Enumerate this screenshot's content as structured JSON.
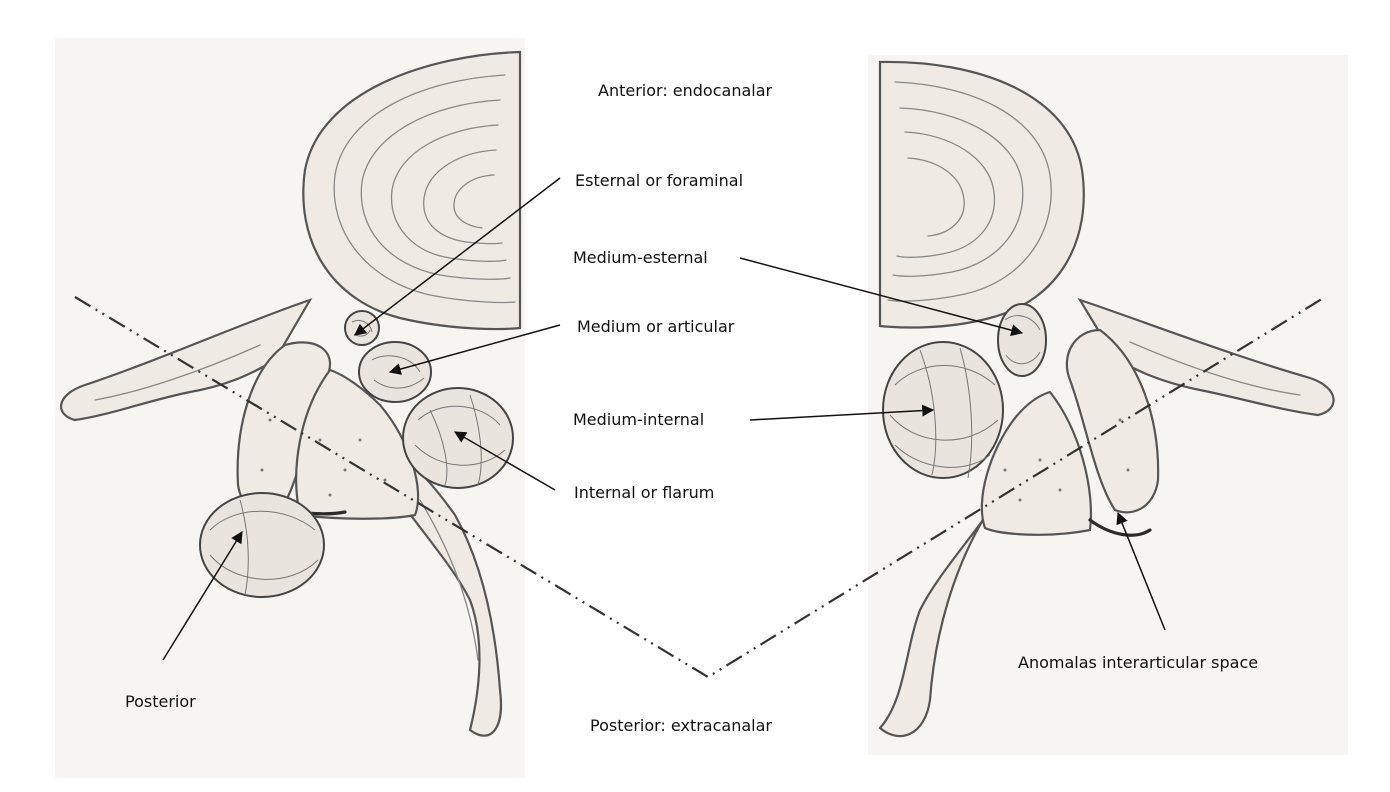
{
  "labels": {
    "anterior": "Anterior: endocanalar",
    "posterior_zone": "Posterior: extracanalar",
    "esternal_foraminal": "Esternal or foraminal",
    "medium_esternal": "Medium-esternal",
    "medium_articular": "Medium or articular",
    "medium_internal": "Medium-internal",
    "internal_flarum": "Internal or flarum",
    "posterior": "Posterior",
    "anomalas": "Anomalas interarticular space"
  }
}
